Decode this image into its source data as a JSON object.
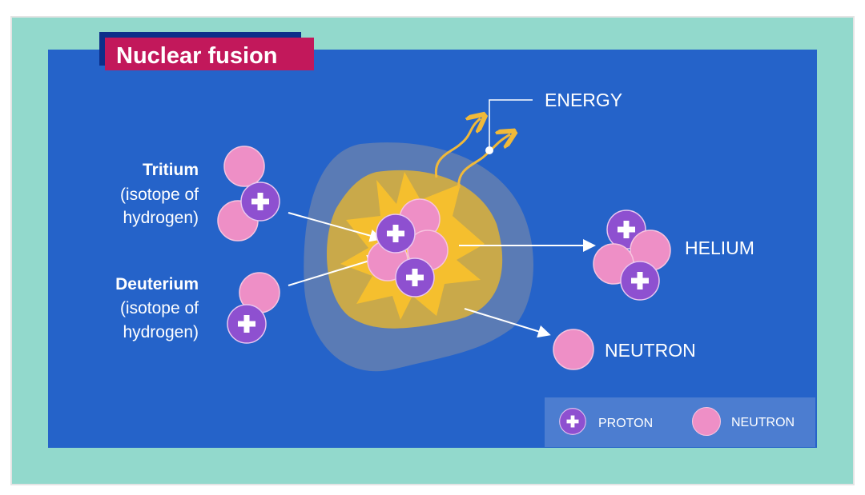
{
  "title": "Nuclear fusion",
  "labels": {
    "tritium": {
      "name": "Tritium",
      "line1": "(isotope of",
      "line2": "hydrogen)"
    },
    "deuterium": {
      "name": "Deuterium",
      "line1": "(isotope of",
      "line2": "hydrogen)"
    },
    "energy": "ENERGY",
    "helium": "HELIUM",
    "neutron": "NEUTRON"
  },
  "legend": [
    {
      "icon": "proton-icon",
      "label": "PROTON"
    },
    {
      "icon": "neutron-icon",
      "label": "NEUTRON"
    }
  ],
  "colors": {
    "background_blue": "#2563c9",
    "frame_teal": "#92d9cc",
    "title_magenta": "#c2185b",
    "neutron_pink": "#ee8fc6",
    "proton_purple": "#8e50d0",
    "energy_yellow": "#f5bf2e"
  }
}
